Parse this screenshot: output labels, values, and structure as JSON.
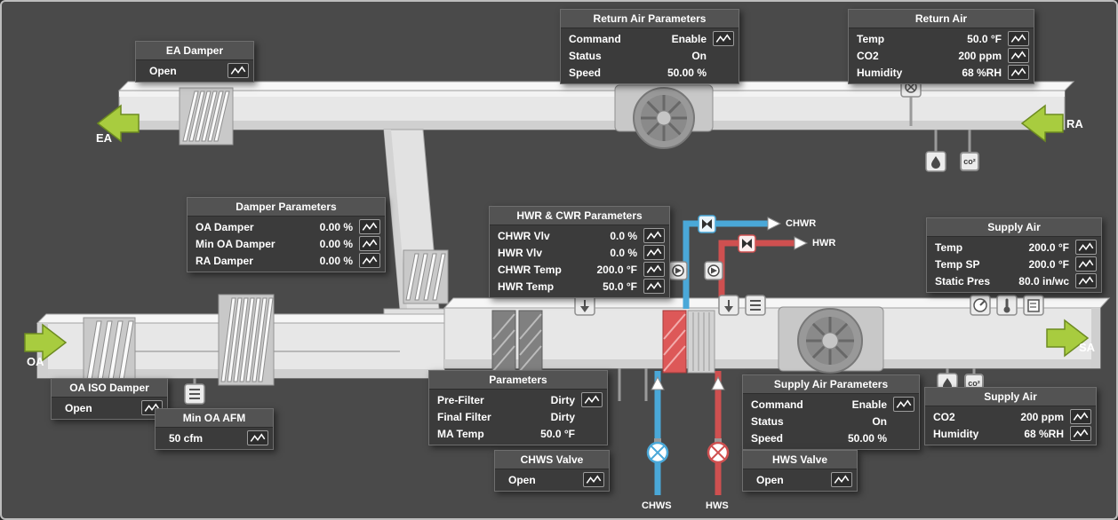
{
  "colors": {
    "background": "#4a4a4a",
    "panel_bg": "#3b3b3b",
    "panel_header_bg": "#535353",
    "duct_fill": "#e7e7e7",
    "accent_green": "#a8cc3f",
    "pipe_blue": "#4aa8d8",
    "pipe_red": "#cf5050",
    "coil_red": "#dd5858"
  },
  "flow_labels": {
    "ea": "EA",
    "oa": "OA",
    "ra": "RA",
    "sa": "SA"
  },
  "pipe_labels": {
    "chwr": "CHWR",
    "hwr": "HWR",
    "chws": "CHWS",
    "hws": "HWS"
  },
  "icons": {
    "co2_glyph": "co²"
  },
  "panels": {
    "ea_damper": {
      "title": "EA Damper",
      "rows": [
        {
          "label": "",
          "value": "Open",
          "trend": true
        }
      ]
    },
    "return_air_parameters": {
      "title": "Return Air Parameters",
      "rows": [
        {
          "label": "Command",
          "value": "Enable",
          "trend": true
        },
        {
          "label": "Status",
          "value": "On",
          "trend": false
        },
        {
          "label": "Speed",
          "value": "50.00 %",
          "trend": false
        }
      ]
    },
    "return_air": {
      "title": "Return Air",
      "rows": [
        {
          "label": "Temp",
          "value": "50.0 °F",
          "trend": true
        },
        {
          "label": "CO2",
          "value": "200 ppm",
          "trend": true
        },
        {
          "label": "Humidity",
          "value": "68 %RH",
          "trend": true
        }
      ]
    },
    "damper_parameters": {
      "title": "Damper Parameters",
      "rows": [
        {
          "label": "OA Damper",
          "value": "0.00 %",
          "trend": true
        },
        {
          "label": "Min OA Damper",
          "value": "0.00 %",
          "trend": true
        },
        {
          "label": "RA Damper",
          "value": "0.00 %",
          "trend": true
        }
      ]
    },
    "hwr_cwr_parameters": {
      "title": "HWR & CWR Parameters",
      "rows": [
        {
          "label": "CHWR Vlv",
          "value": "0.0 %",
          "trend": true
        },
        {
          "label": "HWR Vlv",
          "value": "0.0 %",
          "trend": true
        },
        {
          "label": "CHWR Temp",
          "value": "200.0 °F",
          "trend": true
        },
        {
          "label": "HWR Temp",
          "value": "50.0 °F",
          "trend": true
        }
      ]
    },
    "supply_air_main": {
      "title": "Supply Air",
      "rows": [
        {
          "label": "Temp",
          "value": "200.0 °F",
          "trend": true
        },
        {
          "label": "Temp SP",
          "value": "200.0 °F",
          "trend": true
        },
        {
          "label": "Static Pres",
          "value": "80.0 in/wc",
          "trend": true
        }
      ]
    },
    "oa_iso_damper": {
      "title": "OA ISO Damper",
      "rows": [
        {
          "label": "",
          "value": "Open",
          "trend": true
        }
      ]
    },
    "min_oa_afm": {
      "title": "Min OA AFM",
      "rows": [
        {
          "label": "",
          "value": "50 cfm",
          "trend": true
        }
      ]
    },
    "filter_parameters": {
      "title": "Parameters",
      "rows": [
        {
          "label": "Pre-Filter",
          "value": "Dirty",
          "trend": true
        },
        {
          "label": "Final Filter",
          "value": "Dirty",
          "trend": false
        },
        {
          "label": "MA Temp",
          "value": "50.0 °F",
          "trend": false
        }
      ]
    },
    "supply_air_parameters": {
      "title": "Supply Air Parameters",
      "rows": [
        {
          "label": "Command",
          "value": "Enable",
          "trend": true
        },
        {
          "label": "Status",
          "value": "On",
          "trend": false
        },
        {
          "label": "Speed",
          "value": "50.00 %",
          "trend": false
        }
      ]
    },
    "supply_air_iaq": {
      "title": "Supply Air",
      "rows": [
        {
          "label": "CO2",
          "value": "200 ppm",
          "trend": true
        },
        {
          "label": "Humidity",
          "value": "68 %RH",
          "trend": true
        }
      ]
    },
    "chws_valve": {
      "title": "CHWS Valve",
      "rows": [
        {
          "label": "",
          "value": "Open",
          "trend": true
        }
      ]
    },
    "hws_valve": {
      "title": "HWS Valve",
      "rows": [
        {
          "label": "",
          "value": "Open",
          "trend": true
        }
      ]
    }
  }
}
